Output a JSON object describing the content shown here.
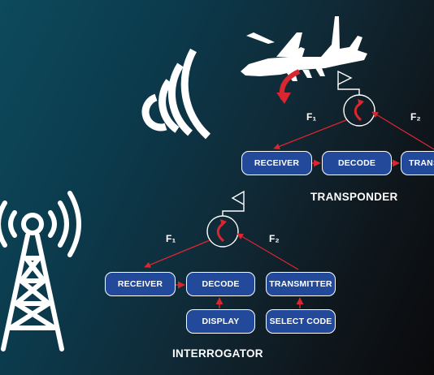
{
  "transponder": {
    "title": "TRANSPONDER",
    "f1_label": "F₁",
    "f2_label": "F₂",
    "receiver": "RECEIVER",
    "decode": "DECODE",
    "transmitter": "TRANSMITTER"
  },
  "interrogator": {
    "title": "INTERROGATOR",
    "f1_label": "F₁",
    "f2_label": "F₂",
    "receiver": "RECEIVER",
    "decode": "DECODE",
    "transmitter": "TRANSMITTER",
    "display": "DISPLAY",
    "select_code": "SELECT CODE"
  },
  "colors": {
    "box_fill": "#234a9a",
    "box_border": "#ffffff",
    "arrow": "#d9262f",
    "icon": "#ffffff"
  },
  "icons": [
    "fighter-jet-icon",
    "radio-tower-icon",
    "signal-waves-icon",
    "antenna-icon",
    "circular-arrow-icon"
  ]
}
